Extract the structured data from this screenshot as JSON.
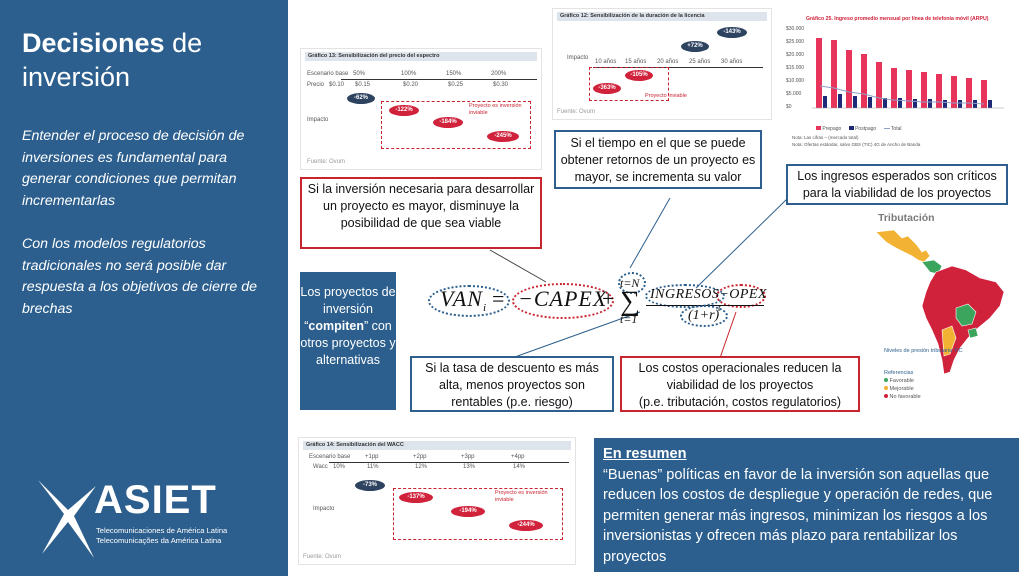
{
  "sidebar": {
    "title_bold": "Decisiones",
    "title_rest": " de",
    "title_line2": "inversión",
    "para1": "Entender el proceso de decisión de inversiones es fundamental para generar condiciones que permitan incrementarlas",
    "para2": "Con los modelos regulatorios tradicionales no será posible dar respuesta a los objetivos de cierre de brechas"
  },
  "logo": {
    "name": "ASIET",
    "line1": "Telecomunicaciones de América Latina",
    "line2": "Telecomunicações da América Latina"
  },
  "grafico13": {
    "title": "Gráfico 13: Sensibilización del precio del espectro",
    "escenario": "Escenario",
    "base": "base",
    "pcts": [
      "50%",
      "100%",
      "150%",
      "200%"
    ],
    "precio": "Precio",
    "vals": [
      "$0.10",
      "$0.15",
      "$0.20",
      "$0.25",
      "$0.30"
    ],
    "impacto": "Impacto",
    "ovals": [
      "-62%",
      "-122%",
      "-184%",
      "-245%"
    ],
    "note": "Proyecto es inversión inviable",
    "fuente": "Fuente: Ovum"
  },
  "grafico12": {
    "title": "Gráfico 12: Sensibilización de la duración de la licencia",
    "impacto": "Impacto",
    "years": [
      "10 años",
      "15 años",
      "20 años",
      "25 años",
      "30 años"
    ],
    "ovals": [
      "-363%",
      "-105%",
      "+72%",
      "-143%"
    ],
    "note": "Proyecto inviable",
    "fuente": "Fuente: Ovum"
  },
  "grafico25": {
    "title": "Gráfico 25. Ingreso promedio mensual por línea de telefonía móvil (ARPU)",
    "yticks": [
      "$30.000",
      "$25.000",
      "$20.000",
      "$15.000",
      "$10.000",
      "$5.000",
      "$0"
    ],
    "legend": [
      "Prepago",
      "Postpago",
      "Total"
    ],
    "note1": "Nota: Las cifras – (mercado total)",
    "note2": "Nota: Ofertas estándar, salvo GBS (TIC) 4G de Ancho de Banda"
  },
  "tributacion": {
    "title": "Tributación",
    "niveles": "Niveles de presión tributaria TIC",
    "referencias": "Referencias",
    "items": [
      "Favorable",
      "Mejorable",
      "No favorable"
    ]
  },
  "colors": {
    "favorable": "#3ba55d",
    "mejorable": "#f2b233",
    "no_favorable": "#d1223b",
    "sidebar": "#2c5f8d"
  },
  "boxes": {
    "inversion": "Si la inversión necesaria para desarrollar un proyecto es mayor, disminuye la posibilidad de que sea viable",
    "tiempo": "Si el tiempo en el que se puede obtener retornos de un proyecto es mayor, se incrementa su valor",
    "ingresos": "Los ingresos esperados son críticos para la viabilidad de los proyectos",
    "tasa": "Si la tasa de descuento es más alta, menos proyectos son rentables (p.e. riesgo)",
    "costos_l1": "Los costos operacionales reducen la viabilidad de los proyectos",
    "costos_l2": "(p.e. tributación, costos regulatorios)"
  },
  "compiten": {
    "pre": "Los proyectos de inversión “",
    "bold": "compiten",
    "post": "” con otros proyectos y alternativas"
  },
  "formula": {
    "lhs": "VAN",
    "sub": "i",
    "eq": "=",
    "capex": "−CAPEX",
    "plus": "+",
    "sigma": "∑",
    "top": "t=N",
    "bottom": "t=1",
    "num": "INGRESOS−OPEX",
    "den": "(1+r)",
    "sup": "t"
  },
  "grafico14": {
    "title": "Gráfico 14: Sensibilización del WACC",
    "escenario": "Escenario",
    "base": "base",
    "pps": [
      "+1pp",
      "+2pp",
      "+3pp",
      "+4pp"
    ],
    "wacc": "Wacc",
    "vals": [
      "10%",
      "11%",
      "12%",
      "13%",
      "14%"
    ],
    "impacto": "Impacto",
    "ovals": [
      "-73%",
      "-137%",
      "-194%",
      "-244%"
    ],
    "note": "Proyecto es inversión inviable",
    "fuente": "Fuente: Ovum"
  },
  "resumen": {
    "heading": "En resumen",
    "text": "“Buenas” políticas en favor de la inversión son aquellas que reducen los costos de despliegue y operación de redes, que permiten generar más ingresos, minimizan los riesgos a los inversionistas y ofrecen más plazo para rentabilizar los proyectos"
  }
}
